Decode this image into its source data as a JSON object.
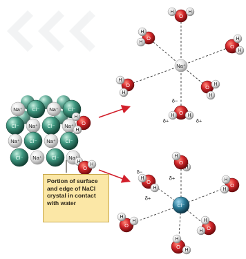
{
  "colors": {
    "oxygen": "#d3262a",
    "hydrogen": "#e8e8e8",
    "sodium": "#dcdcdc",
    "chloride": "#2f7d6a",
    "arrow": "#d21f2b",
    "caption_bg": "#fbe7a6",
    "bond_dash": "#333333"
  },
  "atoms": {
    "oxygen": "O",
    "hydrogen": "H",
    "sodium_ion": "Na⁺",
    "chloride_ion": "Cl⁻"
  },
  "charges": {
    "delta_minus": "δ−",
    "delta_plus": "δ+"
  },
  "crystal": {
    "ions": [
      "Na⁺",
      "Cl⁻"
    ]
  },
  "caption": {
    "lines": [
      "Portion of surface",
      "and edge of NaCl",
      "crystal in contact",
      "with water"
    ]
  },
  "sodium_panel": {
    "center_label": "Na⁺",
    "charge_labels": [
      "δ−",
      "δ+",
      "δ+"
    ]
  },
  "chloride_panel": {
    "center_label": "Cl⁻",
    "charge_labels": [
      "δ−",
      "δ+",
      "δ+"
    ]
  }
}
